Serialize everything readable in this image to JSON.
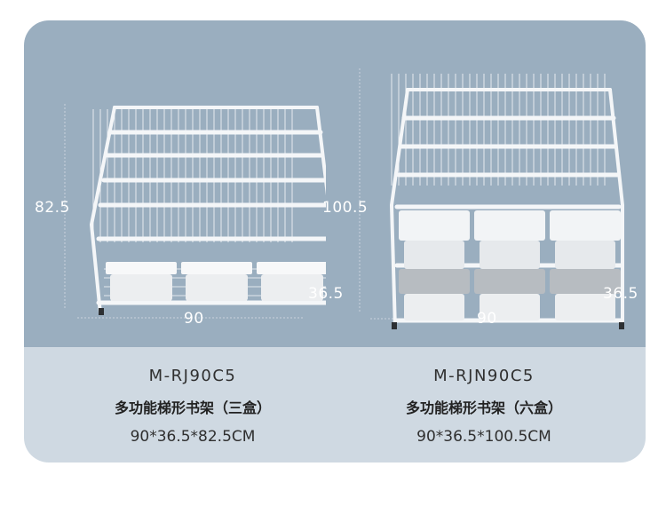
{
  "left": {
    "height_label": "82.5",
    "depth_label": "36.5",
    "width_label": "90",
    "model": "M-RJ90C5",
    "name": "多功能梯形书架（三盒）",
    "size": "90*36.5*82.5CM"
  },
  "right": {
    "height_label": "100.5",
    "depth_label": "36.5",
    "width_label": "90",
    "model": "M-RJN90C5",
    "name": "多功能梯形书架（六盒）",
    "size": "90*36.5*100.5CM"
  },
  "colors": {
    "photo_bg": "#9aaebf",
    "card_bg": "#cfd9e2",
    "frame": "#f4f6f8",
    "bin": "#eceef0"
  }
}
